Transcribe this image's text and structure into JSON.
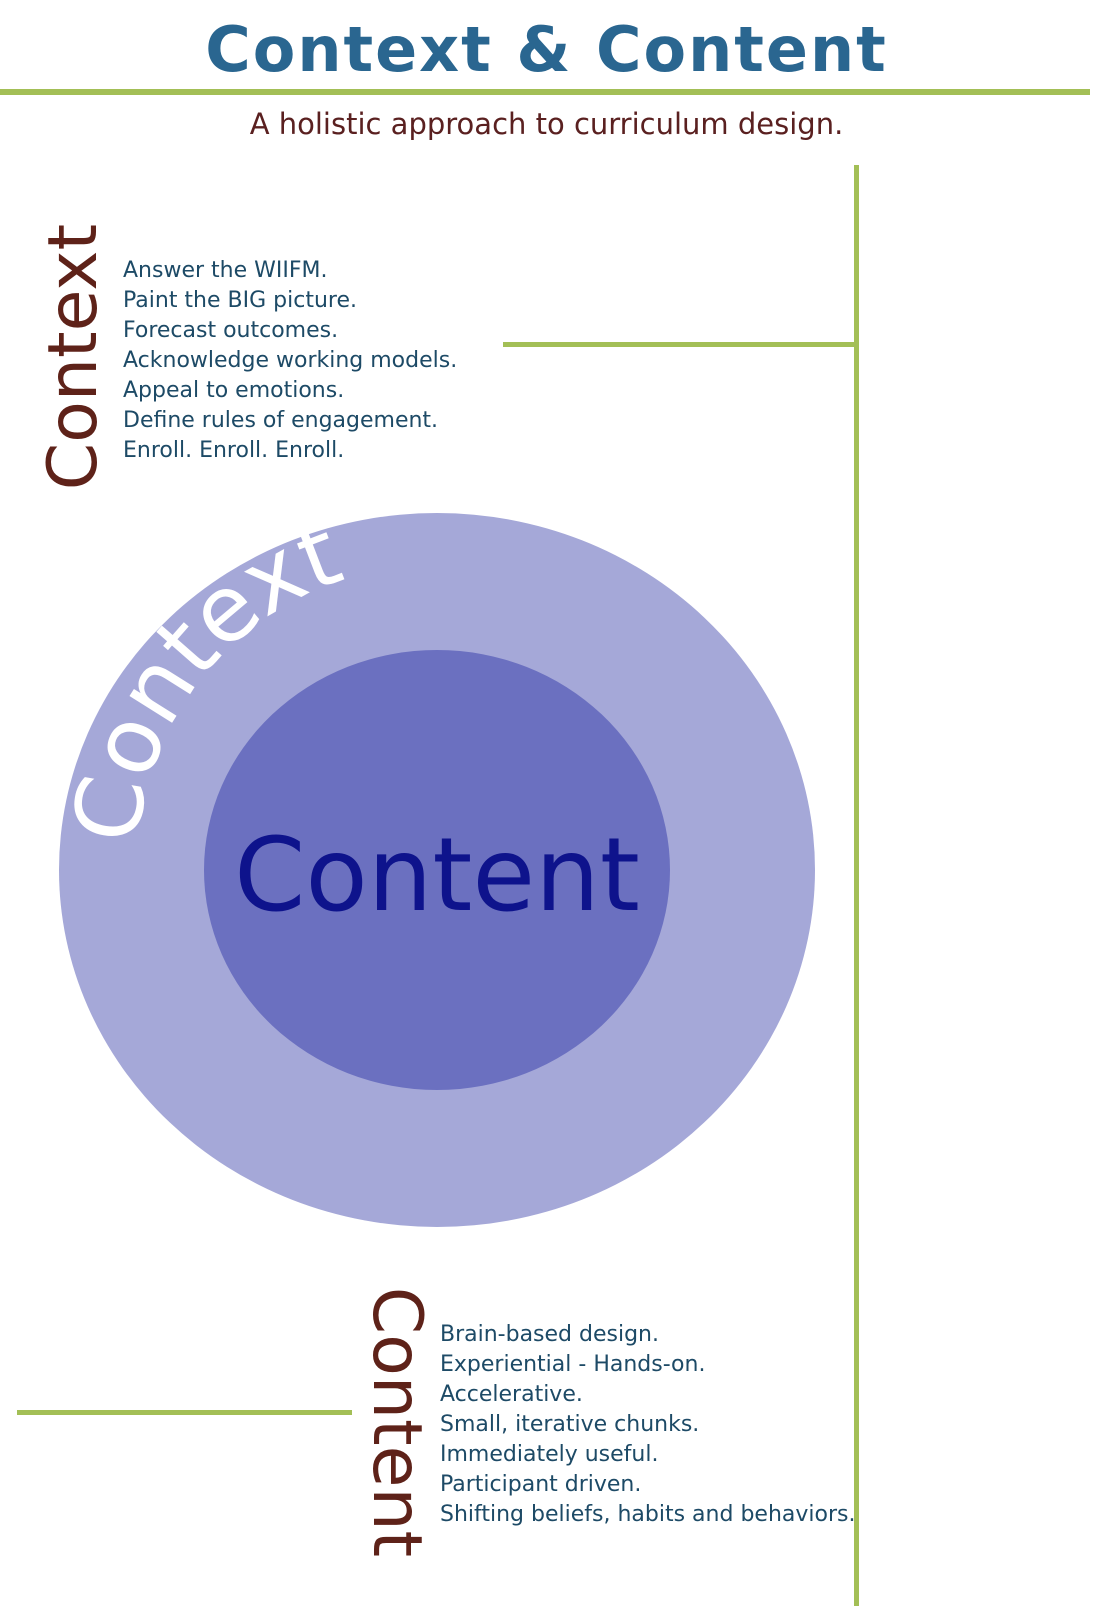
{
  "header": {
    "title": "Context & Content",
    "subtitle": "A holistic approach to curriculum design."
  },
  "context_section": {
    "label": "Context",
    "items": [
      "Answer the WIIFM.",
      "Paint the BIG picture.",
      "Forecast outcomes.",
      "Acknowledge working models.",
      "Appeal to emotions.",
      "Define rules of engagement.",
      "Enroll. Enroll. Enroll."
    ]
  },
  "diagram": {
    "outer_label": "Context",
    "inner_label": "Content"
  },
  "content_section": {
    "label": "Content",
    "items": [
      "Brain-based design.",
      "Experiential - Hands-on.",
      "Accelerative.",
      "Small, iterative chunks.",
      "Immediately useful.",
      "Participant driven.",
      "Shifting beliefs, habits and behaviors."
    ]
  },
  "colors": {
    "title": "#2a6690",
    "subtitle": "#5a2020",
    "side_labels": "#5e2219",
    "bullet_text": "#1d4a66",
    "rules": "#a3bf56",
    "outer_ring": "#a5a8d8",
    "inner_circle": "#6b70c0",
    "outer_label": "#ffffff",
    "inner_label": "#0e138c"
  }
}
